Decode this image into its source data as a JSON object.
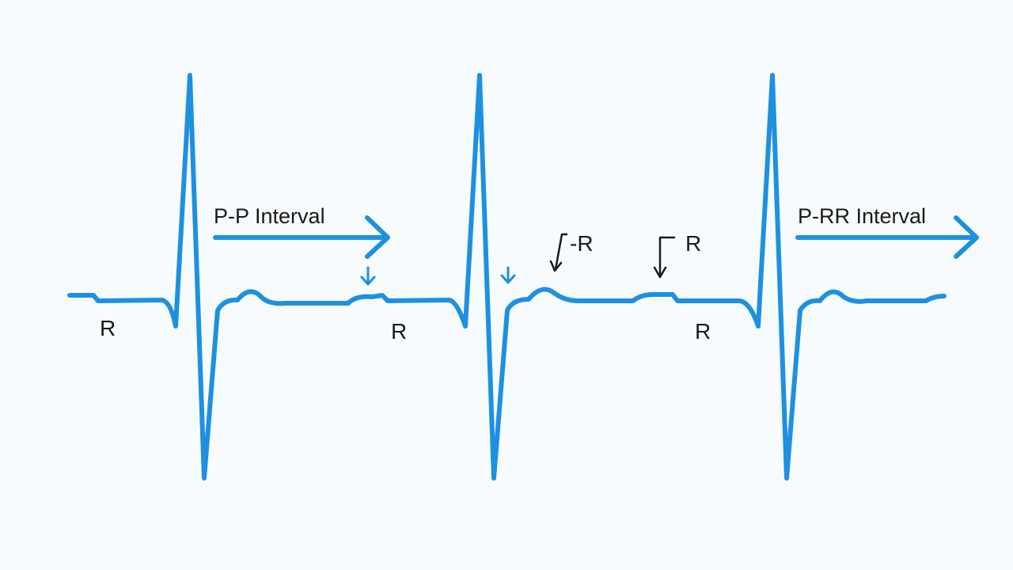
{
  "colors": {
    "trace": "#1e90e0",
    "annotation_arrow": "#1a1a1a",
    "background": "#f8fbfd"
  },
  "labels": {
    "pp_interval": "P-P Interval",
    "prr_interval": "P-RR Interval",
    "r_mark_1": "R",
    "r_mark_2": "R",
    "r_mark_3": "R",
    "r_callout_1": "-R",
    "r_callout_2": "R"
  }
}
